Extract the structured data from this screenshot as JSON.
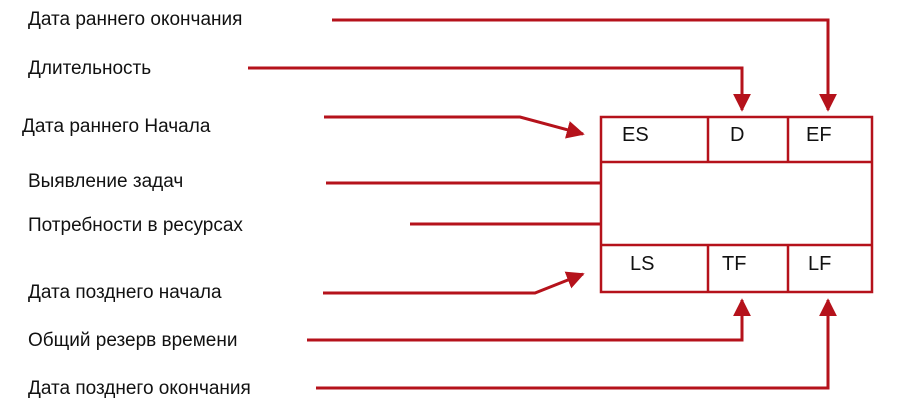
{
  "labels": {
    "early_finish": "Дата раннего окончания",
    "duration": "Длительность",
    "early_start": "Дата раннего Начала",
    "task_identification": "Выявление задач",
    "resource_needs": "Потребности в ресурсах",
    "late_start": "Дата позднего начала",
    "total_float": "Общий резерв времени",
    "late_finish": "Дата позднего окончания"
  },
  "cells": {
    "es": "ES",
    "d": "D",
    "ef": "EF",
    "ls": "LS",
    "tf": "TF",
    "lf": "LF"
  },
  "colors": {
    "line": "#b5121b",
    "text": "#111111"
  }
}
